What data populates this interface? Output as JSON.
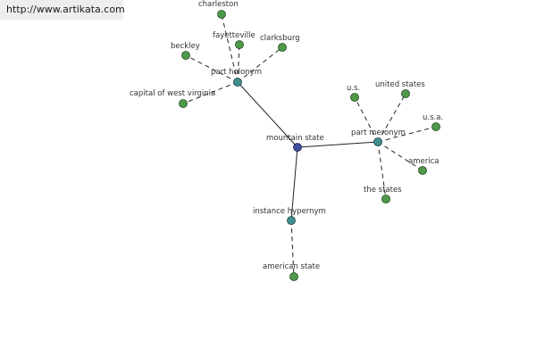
{
  "watermark": "http://www.artikata.com",
  "graph": {
    "center": {
      "id": "mountain-state",
      "label": "mountain state"
    },
    "hubs": [
      {
        "id": "part-holonym",
        "label": "part holonym"
      },
      {
        "id": "part-meronym",
        "label": "part meronym"
      },
      {
        "id": "instance-hypernym",
        "label": "instance hypernym"
      }
    ],
    "leaves": [
      {
        "id": "charleston",
        "label": "charleston",
        "hub": "part-holonym"
      },
      {
        "id": "fayetteville",
        "label": "fayetteville",
        "hub": "part-holonym"
      },
      {
        "id": "clarksburg",
        "label": "clarksburg",
        "hub": "part-holonym"
      },
      {
        "id": "beckley",
        "label": "beckley",
        "hub": "part-holonym"
      },
      {
        "id": "capital-of-west-virginia",
        "label": "capital of west virginia",
        "hub": "part-holonym"
      },
      {
        "id": "us",
        "label": "u.s.",
        "hub": "part-meronym"
      },
      {
        "id": "united-states",
        "label": "united states",
        "hub": "part-meronym"
      },
      {
        "id": "usa",
        "label": "u.s.a.",
        "hub": "part-meronym"
      },
      {
        "id": "america",
        "label": "america",
        "hub": "part-meronym"
      },
      {
        "id": "the-states",
        "label": "the states",
        "hub": "part-meronym"
      },
      {
        "id": "american-state",
        "label": "american state",
        "hub": "instance-hypernym"
      }
    ]
  }
}
